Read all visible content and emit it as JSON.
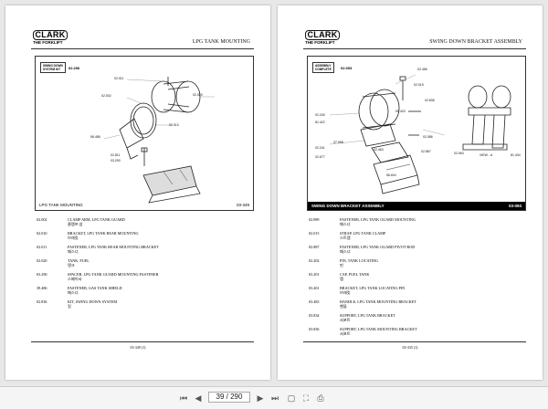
{
  "left_page": {
    "logo": "CLARK",
    "logo_tag": "THE FORKLIFT",
    "title": "LPG TANK MOUNTING",
    "kit_box": [
      "SWING DOWN",
      "SYSTEM KIT"
    ],
    "kit_ref": "02.296",
    "callouts": [
      "02.011",
      "02.002",
      "02.020",
      "02.010",
      "56.486",
      "02.811",
      "03.290"
    ],
    "caption": "LPG TANK MOUNTING",
    "caption_code": "03-349",
    "parts": [
      {
        "code": "02.002",
        "desc": "CLAMP ARM, LPG TANK GUARD",
        "sub": "클램프 암"
      },
      {
        "code": "02.010",
        "desc": "BRACKET, LPG TANK REAR MOUNTING",
        "sub": "브래킷"
      },
      {
        "code": "02.011",
        "desc": "FASTENER, LPG TANK REAR MOUNTING BRACKET",
        "sub": "패스너"
      },
      {
        "code": "02.020",
        "desc": "TANK, FUEL",
        "sub": "탱크"
      },
      {
        "code": "03.290",
        "desc": "SPACER, LPG TANK GUARD MOUNTING FASTENER",
        "sub": "스페이서"
      },
      {
        "code": "39.486",
        "desc": "FASTENER, GAS TANK SHIELD",
        "sub": "패스너"
      },
      {
        "code": "02.836",
        "desc": "KIT, SWING DOWN SYSTEM",
        "sub": "킷"
      }
    ],
    "footer": "03-349 (1)"
  },
  "right_page": {
    "logo": "CLARK",
    "logo_tag": "THE FORKLIFT",
    "title": "SWING DOWN BRACKET ASSEMBLY",
    "kit_box": [
      "ASSEMBLY",
      "COMPLETE"
    ],
    "kit_ref": "02.093",
    "callouts": [
      "02.456",
      "02.015",
      "02.836",
      "90.420",
      "02.241",
      "02.086",
      "02.887",
      "37.058",
      "02.463",
      "02.677",
      "56.604",
      "02.240",
      "02.063",
      "81.434",
      "VIEW - A",
      "81.422"
    ],
    "caption": "SWING DOWN BRACKET ASSEMBLY",
    "caption_code": "03-093",
    "parts": [
      {
        "code": "02.889",
        "desc": "FASTENER, LPG TANK GUARD MOUNTING",
        "sub": "패스너"
      },
      {
        "code": "02.015",
        "desc": "STRAP, LPG TANK CLAMP",
        "sub": "스트랩"
      },
      {
        "code": "02.887",
        "desc": "FASTENER, LPG TANK GUARD PIVOT ROD",
        "sub": "패스너"
      },
      {
        "code": "02.202",
        "desc": "PIN, TANK LOCATING",
        "sub": "핀"
      },
      {
        "code": "03.201",
        "desc": "CAP, FUEL TANK",
        "sub": "캡"
      },
      {
        "code": "03.401",
        "desc": "BRACKET, LPG TANK LOCATING PIN",
        "sub": "브래킷"
      },
      {
        "code": "03.483",
        "desc": "HANDLE, LPG TANK MOUNTING BRACKET",
        "sub": "핸들"
      },
      {
        "code": "03.834",
        "desc": "SUPPORT, LPG TANK BRACKET",
        "sub": "서포트"
      },
      {
        "code": "03.836",
        "desc": "SUPPORT, LPG TANK MOUNTING BRACKET",
        "sub": "서포트"
      }
    ],
    "footer": "03-335 (1)"
  },
  "toolbar": {
    "page_indicator": "39 / 290",
    "icons": [
      "first-page-icon",
      "prev-page-icon",
      "next-page-icon",
      "last-page-icon",
      "fit-page-icon",
      "fullscreen-icon",
      "print-icon"
    ]
  }
}
